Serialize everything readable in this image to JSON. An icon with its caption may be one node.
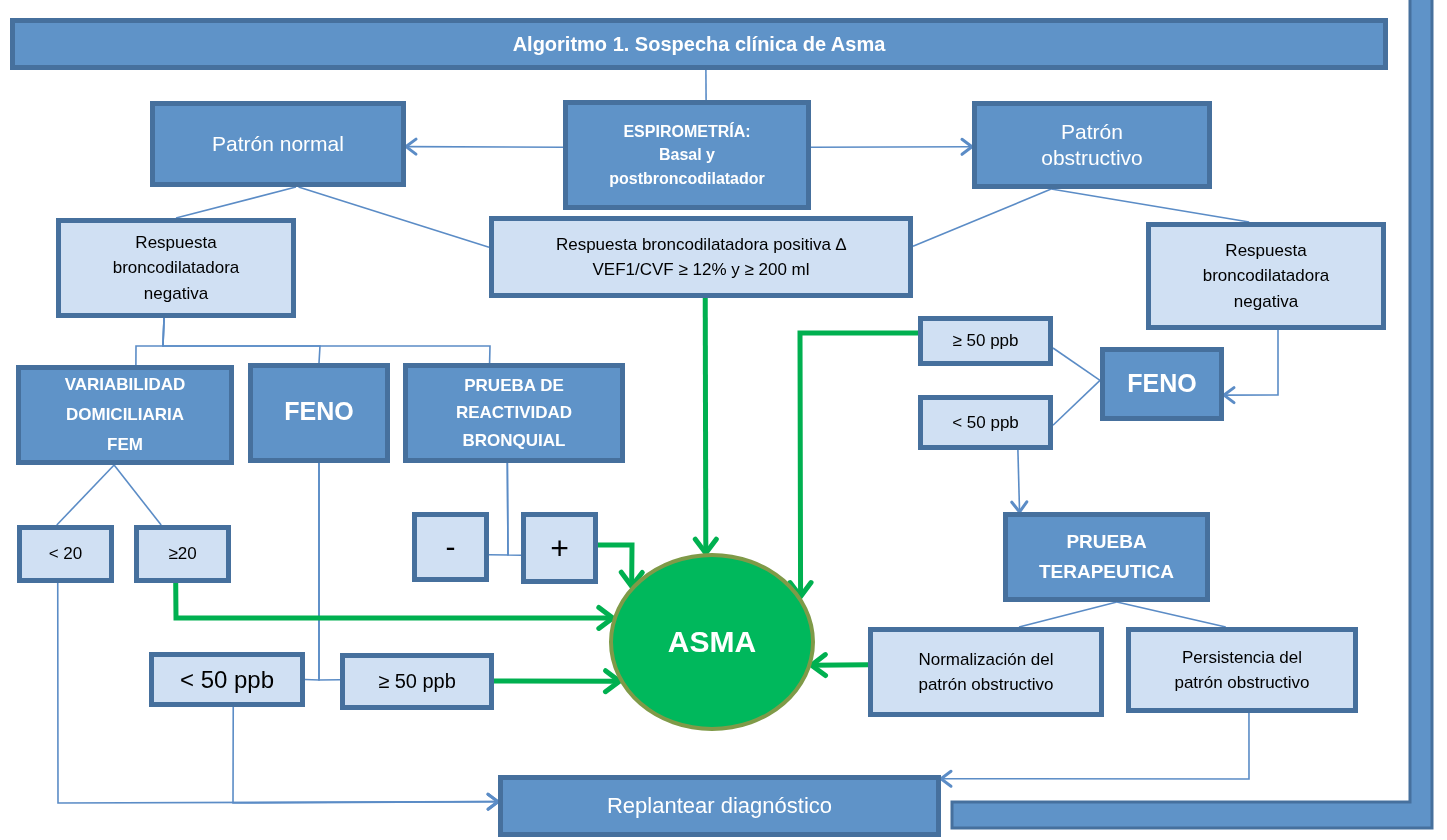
{
  "diagram": {
    "nodes": [
      {
        "text": [
          "Algoritmo 1. Sospecha clínica de Asma"
        ]
      },
      {
        "text": [
          "ESPIROMETRÍA: Basal y postbroncodilatador"
        ]
      },
      {
        "text": [
          "Patrón normal"
        ]
      },
      {
        "text": [
          "Patrón obstructivo"
        ]
      },
      {
        "text": [
          "Respuesta broncodilatadora negativa"
        ]
      },
      {
        "text": [
          "Respuesta broncodilatadora positiva ∆ VEF1/CVF ≥ 12% y ≥ 200 ml"
        ]
      },
      {
        "text": [
          "Respuesta broncodilatadora negativa"
        ]
      },
      {
        "text": [
          "VARIABILIDAD DOMICILIARIA FEM"
        ]
      },
      {
        "text": [
          "FENO"
        ]
      },
      {
        "text": [
          "PRUEBA DE REACTIVIDAD BRONQUIAL"
        ]
      },
      {
        "text": [
          "< 20"
        ]
      },
      {
        "text": [
          "≥20"
        ]
      },
      {
        "text": [
          "-"
        ]
      },
      {
        "text": [
          "+"
        ]
      },
      {
        "text": [
          "< 50 ppb"
        ]
      },
      {
        "text": [
          "≥ 50 ppb"
        ]
      },
      {
        "text": [
          "ASMA"
        ]
      },
      {
        "text": [
          "≥ 50 ppb"
        ]
      },
      {
        "text": [
          "< 50 ppb"
        ]
      },
      {
        "text": [
          "FENO"
        ]
      },
      {
        "text": [
          "PRUEBA TERAPEUTICA"
        ]
      },
      {
        "text": [
          "Normalización del patrón obstructivo"
        ]
      },
      {
        "text": [
          "Persistencia del patrón obstructivo"
        ]
      },
      {
        "text": [
          "Replantear diagnóstico"
        ]
      }
    ],
    "edges": [
      {
        "from": 0,
        "to": 1,
        "arrow": "none"
      },
      {
        "from": 1,
        "to": 2,
        "arrow": "to"
      },
      {
        "from": 1,
        "to": 3,
        "arrow": "to"
      },
      {
        "from": 2,
        "to": 4,
        "arrow": "none"
      },
      {
        "from": 2,
        "to": 5,
        "arrow": "none"
      },
      {
        "from": 3,
        "to": 5,
        "arrow": "none"
      },
      {
        "from": 3,
        "to": 6,
        "arrow": "none"
      },
      {
        "from": 4,
        "to": 7,
        "arrow": "none"
      },
      {
        "from": 4,
        "to": 8,
        "arrow": "none"
      },
      {
        "from": 4,
        "to": 9,
        "arrow": "none"
      },
      {
        "from": 7,
        "to": 10,
        "arrow": "none"
      },
      {
        "from": 7,
        "to": 11,
        "arrow": "none"
      },
      {
        "from": 9,
        "to": 12,
        "arrow": "none"
      },
      {
        "from": 9,
        "to": 13,
        "arrow": "none"
      },
      {
        "from": 8,
        "to": 14,
        "arrow": "none"
      },
      {
        "from": 8,
        "to": 15,
        "arrow": "none"
      },
      {
        "from": 5,
        "to": 16,
        "arrow": "to",
        "style": "thick",
        "color": "#00b050"
      },
      {
        "from": 17,
        "to": 16,
        "arrow": "to",
        "style": "thick",
        "color": "#00b050"
      },
      {
        "from": 13,
        "to": 16,
        "arrow": "to",
        "style": "thick",
        "color": "#00b050"
      },
      {
        "from": 11,
        "to": 16,
        "arrow": "to",
        "style": "thick",
        "color": "#00b050"
      },
      {
        "from": 15,
        "to": 16,
        "arrow": "to",
        "style": "thick",
        "color": "#00b050"
      },
      {
        "from": 6,
        "to": 19,
        "arrow": "to"
      },
      {
        "from": 19,
        "to": 17,
        "arrow": "none"
      },
      {
        "from": 19,
        "to": 18,
        "arrow": "none"
      },
      {
        "from": 18,
        "to": 20,
        "arrow": "to"
      },
      {
        "from": 20,
        "to": 21,
        "arrow": "none"
      },
      {
        "from": 20,
        "to": 22,
        "arrow": "none"
      },
      {
        "from": 21,
        "to": 16,
        "arrow": "to",
        "style": "thick",
        "color": "#00b050"
      },
      {
        "from": 22,
        "to": 23,
        "arrow": "to"
      },
      {
        "from": 10,
        "to": 23,
        "arrow": "to"
      },
      {
        "from": 14,
        "to": 23,
        "arrow": "to"
      }
    ]
  }
}
